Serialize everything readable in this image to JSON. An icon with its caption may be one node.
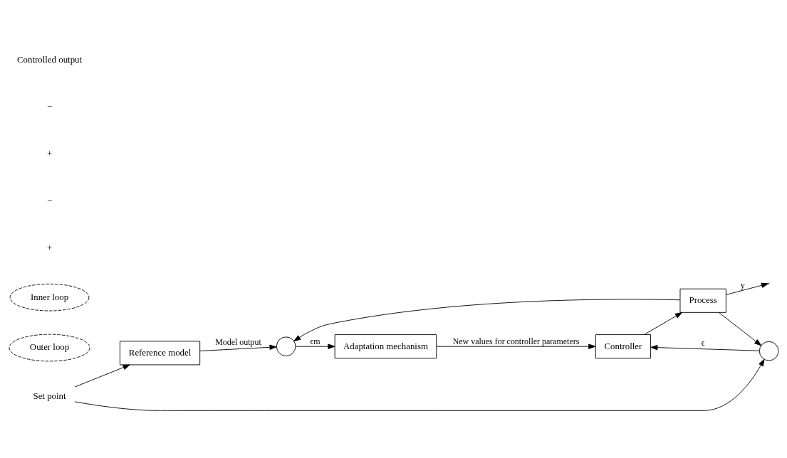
{
  "diagram": {
    "nodes": [
      {
        "text": [
          "Reference model"
        ]
      },
      {
        "text": [],
        "shape": "circle"
      },
      {
        "text": [
          "Outer loop"
        ]
      },
      {
        "text": [
          "Adaptation mechanism"
        ]
      },
      {
        "text": [
          "Set point"
        ]
      },
      {
        "text": [],
        "shape": "circle"
      },
      {
        "text": [
          "Controller"
        ]
      },
      {
        "text": [
          "Process"
        ]
      },
      {
        "text": [
          "Inner loop"
        ]
      }
    ],
    "edges": [
      {
        "from": 4,
        "to": 0,
        "arrow": "to"
      },
      {
        "from": 0,
        "to": 1,
        "arrow": "to",
        "label": "Model output"
      },
      {
        "from": 1,
        "to": 3,
        "arrow": "to",
        "label": "ϵm"
      },
      {
        "from": 3,
        "to": 6,
        "arrow": "to",
        "label": "New values for controller parameters"
      },
      {
        "from": 4,
        "to": 5,
        "arrow": "to"
      },
      {
        "from": 5,
        "to": 6,
        "arrow": "to",
        "label": "ϵ"
      },
      {
        "from": 6,
        "to": 7,
        "arrow": "to"
      },
      {
        "from": 7,
        "to": null,
        "arrow": "to",
        "label": "y"
      },
      {
        "from": 7,
        "to": 1,
        "arrow": "to"
      },
      {
        "from": 7,
        "to": 5,
        "arrow": "to"
      }
    ],
    "labels": [
      "+",
      "−",
      "+",
      "−",
      "Controlled output"
    ]
  }
}
